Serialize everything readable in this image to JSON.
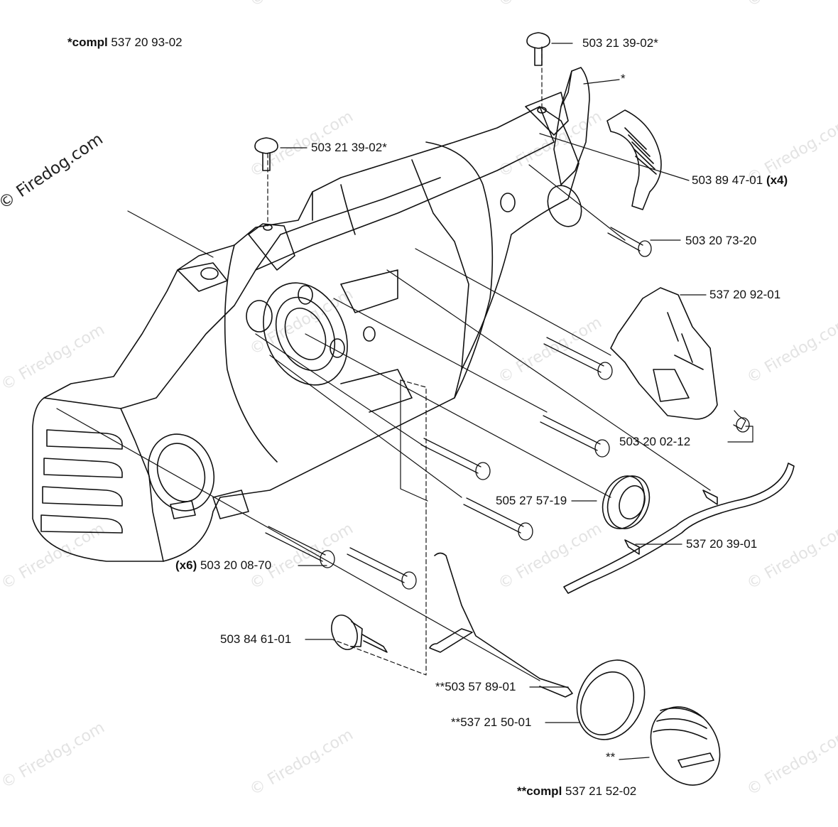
{
  "watermark": {
    "text": "© Firedog.com"
  },
  "header": {
    "prefix": "*compl",
    "number": "537 20 93-02"
  },
  "parts": [
    {
      "id": "screw-top",
      "label": "503 21 39-02*"
    },
    {
      "id": "cover-star",
      "label": "*"
    },
    {
      "id": "screw-left",
      "label": "503 21 39-02*"
    },
    {
      "id": "clip",
      "label": "503 89 47-01",
      "suffix": "(x4)"
    },
    {
      "id": "bolt-side",
      "label": "503 20 73-20"
    },
    {
      "id": "guard",
      "label": "537 20 92-01"
    },
    {
      "id": "bolt-guard",
      "label": "503 20 02-12"
    },
    {
      "id": "seal",
      "label": "505 27 57-19"
    },
    {
      "id": "rod",
      "label": "537 20 39-01"
    },
    {
      "id": "bolts",
      "label": "503 20 08-70",
      "prefix": "(x6)"
    },
    {
      "id": "plug",
      "label": "503 84 61-01"
    },
    {
      "id": "hose",
      "label": "**503 57 89-01"
    },
    {
      "id": "ring",
      "label": "**537 21 50-01"
    },
    {
      "id": "cap",
      "label": "**"
    }
  ],
  "footer": {
    "prefix": "**compl",
    "number": "537 21 52-02"
  }
}
